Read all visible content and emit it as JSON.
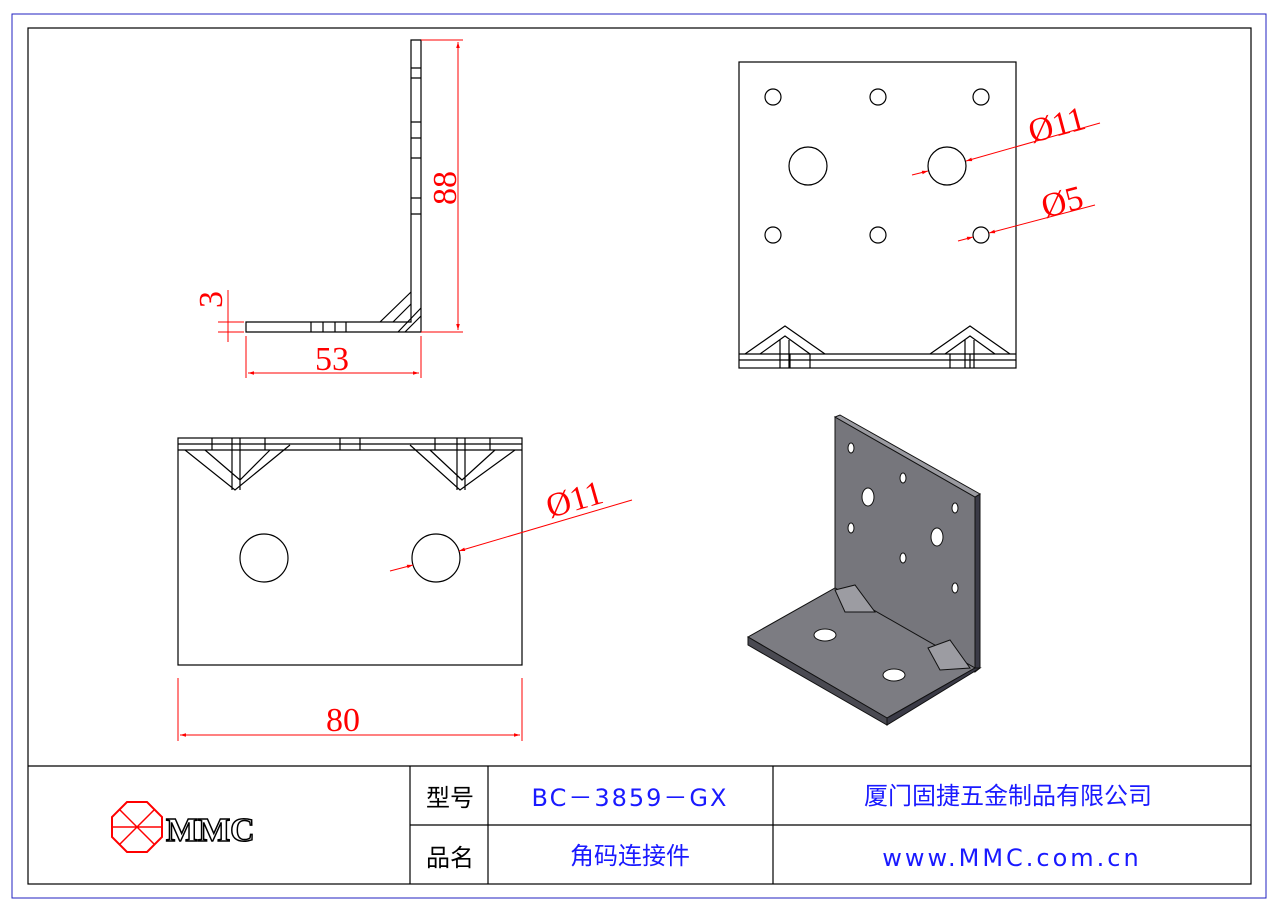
{
  "colors": {
    "dimension": "#ff0000",
    "title_text": "#1a1aff",
    "frame_outer": "#2020c0"
  },
  "dimensions": {
    "side_height": "88",
    "side_length": "53",
    "thickness": "3",
    "front_big_hole": "Ø11",
    "front_small_hole": "Ø5",
    "bottom_hole": "Ø11",
    "bottom_width": "80"
  },
  "title_block": {
    "logo_text": "MMC",
    "model_label": "型号",
    "model_value": "BC－3859－GX",
    "company": "厦门固捷五金制品有限公司",
    "name_label": "品名",
    "name_value": "角码连接件",
    "website": "www.MMC.com.cn"
  }
}
